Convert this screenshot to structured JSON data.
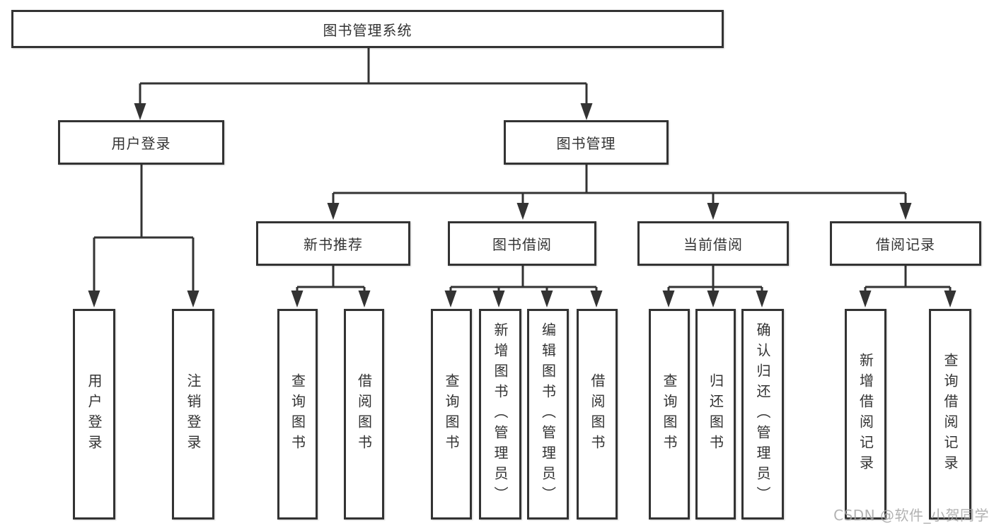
{
  "colors": {
    "line": "#333333",
    "text": "#333333",
    "background": "#ffffff",
    "watermark": "#a5a5a5"
  },
  "watermark": {
    "text": "CSDN @软件_小贺同学"
  },
  "tree": {
    "label": "图书管理系统",
    "children": [
      {
        "label": "用户登录",
        "children": [
          {
            "label": "用户登录"
          },
          {
            "label": "注销登录"
          }
        ]
      },
      {
        "label": "图书管理",
        "children": [
          {
            "label": "新书推荐",
            "children": [
              {
                "label": "查询图书"
              },
              {
                "label": "借阅图书"
              }
            ]
          },
          {
            "label": "图书借阅",
            "children": [
              {
                "label": "查询图书"
              },
              {
                "label": "新增图书（管理员）"
              },
              {
                "label": "编辑图书（管理员）"
              },
              {
                "label": "借阅图书"
              }
            ]
          },
          {
            "label": "当前借阅",
            "children": [
              {
                "label": "查询图书"
              },
              {
                "label": "归还图书"
              },
              {
                "label": "确认归还（管理员）"
              }
            ]
          },
          {
            "label": "借阅记录",
            "children": [
              {
                "label": "新增借阅记录"
              },
              {
                "label": "查询借阅记录"
              }
            ]
          }
        ]
      }
    ]
  }
}
